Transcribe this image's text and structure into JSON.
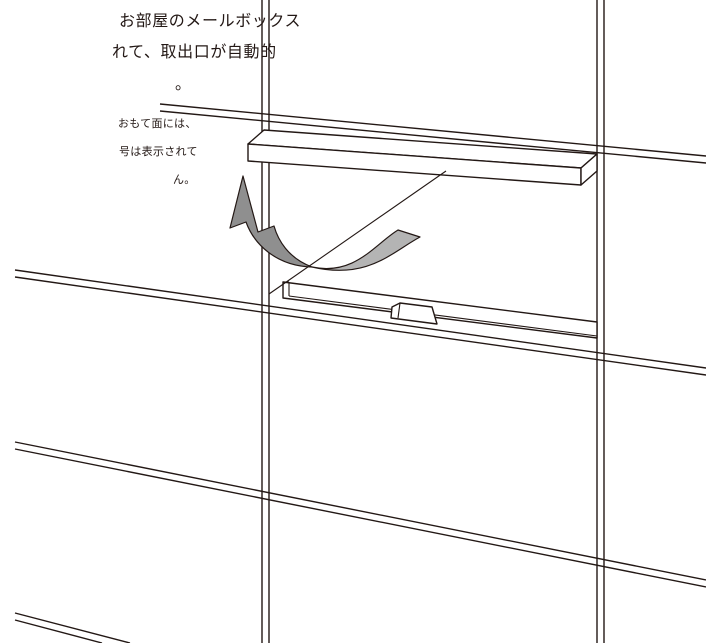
{
  "caption": {
    "main_lines": [
      "お部屋のメールボックス",
      "れて、取出口が自動的",
      "。"
    ],
    "note_lines": [
      "おもて面には、",
      "号は表示されて",
      "ん。"
    ]
  },
  "illustration": {
    "line_color": "#231815",
    "arrow_color": "#8f8f8f",
    "arrow_light_color": "#b4b4b4",
    "background_color": "#ffffff"
  }
}
